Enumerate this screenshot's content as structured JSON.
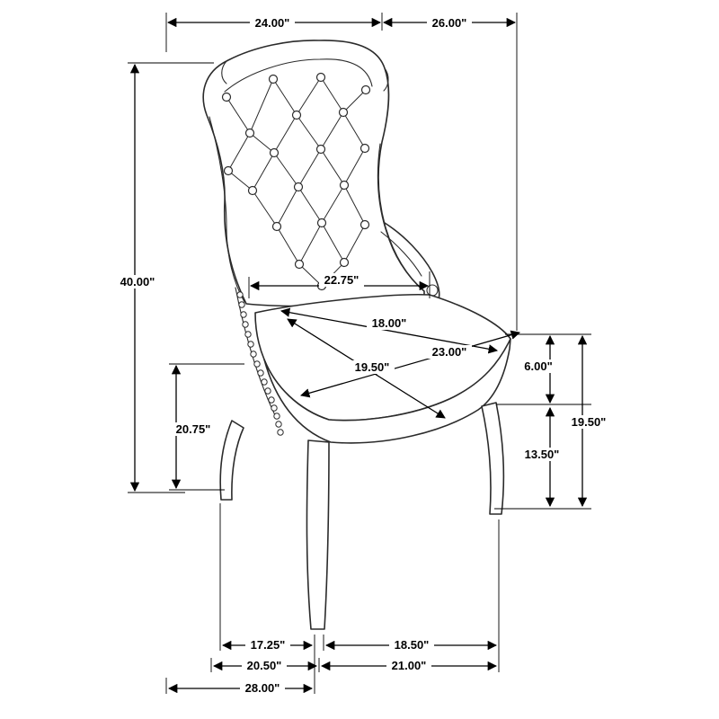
{
  "dimensions": {
    "top": {
      "left": "24.00\"",
      "right": "26.00\""
    },
    "left": {
      "overall_height": "40.00\"",
      "arm_height": "20.75\""
    },
    "seat": {
      "width_back": "22.75\"",
      "depth": "18.00\"",
      "diagonal": "23.00\"",
      "width_front": "19.50\""
    },
    "right": {
      "cushion_thickness": "6.00\"",
      "seat_height": "19.50\"",
      "leg_height": "13.50\""
    },
    "bottom": {
      "front_leg_span": "17.25\"",
      "side_leg_span": "18.50\"",
      "base_front": "20.50\"",
      "base_side": "21.00\"",
      "overall_depth": "28.00\""
    }
  }
}
